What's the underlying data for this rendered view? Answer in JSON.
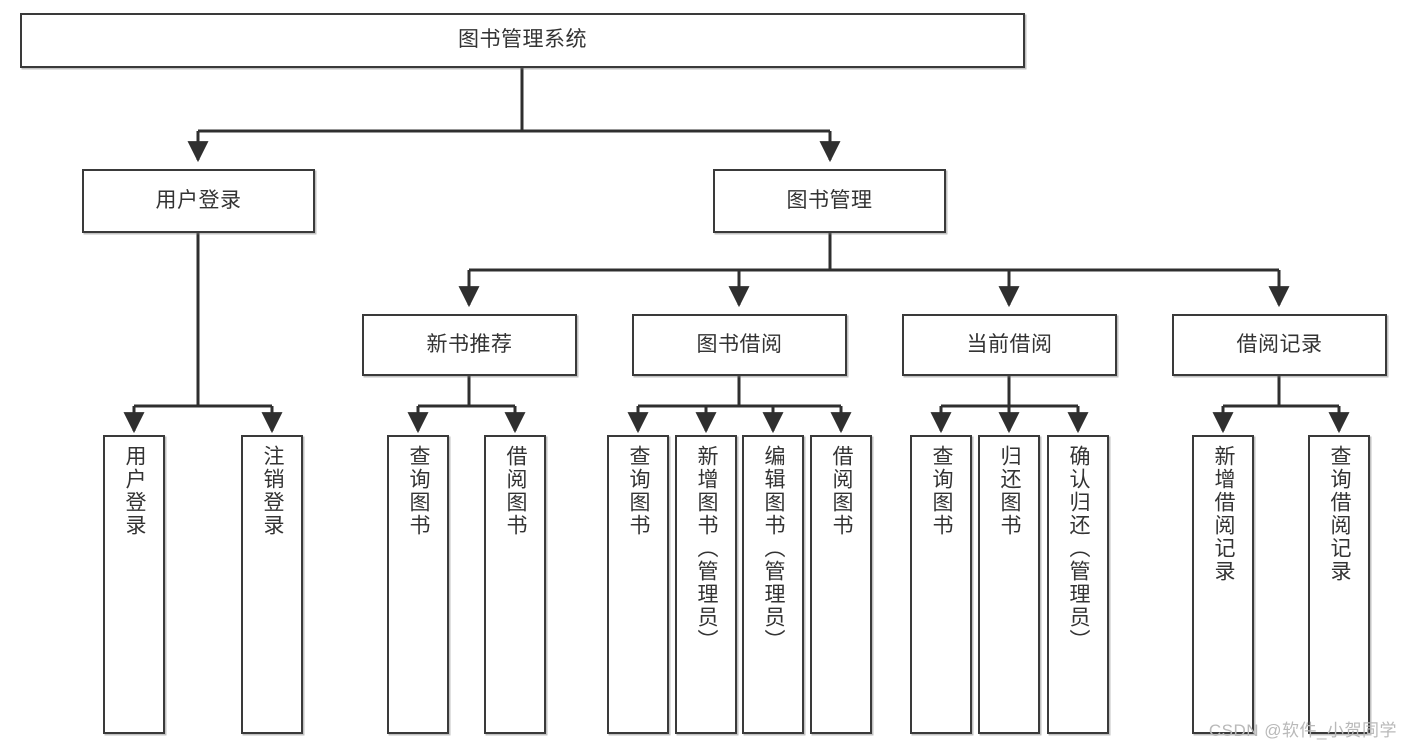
{
  "diagram": {
    "type": "tree",
    "title": "图书管理系统",
    "watermark": "CSDN @软件_小贺同学",
    "colors": {
      "box_border": "#3a3a3a",
      "box_fill": "#ffffff",
      "line": "#2f2f2f",
      "text": "#333333",
      "watermark": "#b9b9b9"
    },
    "nodes": {
      "root": {
        "label": "图书管理系统"
      },
      "level2": [
        {
          "id": "user-login",
          "label": "用户登录"
        },
        {
          "id": "book-manage",
          "label": "图书管理"
        }
      ],
      "level3": [
        {
          "id": "new-book-recommend",
          "label": "新书推荐"
        },
        {
          "id": "book-borrow",
          "label": "图书借阅"
        },
        {
          "id": "current-borrow",
          "label": "当前借阅"
        },
        {
          "id": "borrow-record",
          "label": "借阅记录"
        }
      ],
      "leaves": {
        "user-login": [
          {
            "id": "leaf-user-login",
            "label": "用户登录"
          },
          {
            "id": "leaf-logout-login",
            "label": "注销登录"
          }
        ],
        "new-book-recommend": [
          {
            "id": "leaf-query-book-1",
            "label": "查询图书"
          },
          {
            "id": "leaf-borrow-book-1",
            "label": "借阅图书"
          }
        ],
        "book-borrow": [
          {
            "id": "leaf-query-book-2",
            "label": "查询图书"
          },
          {
            "id": "leaf-add-book",
            "label": "新增图书（管理员）"
          },
          {
            "id": "leaf-edit-book",
            "label": "编辑图书（管理员）"
          },
          {
            "id": "leaf-borrow-book-2",
            "label": "借阅图书"
          }
        ],
        "current-borrow": [
          {
            "id": "leaf-query-book-3",
            "label": "查询图书"
          },
          {
            "id": "leaf-return-book",
            "label": "归还图书"
          },
          {
            "id": "leaf-confirm-return",
            "label": "确认归还（管理员）"
          }
        ],
        "borrow-record": [
          {
            "id": "leaf-add-record",
            "label": "新增借阅记录"
          },
          {
            "id": "leaf-query-record",
            "label": "查询借阅记录"
          }
        ]
      }
    },
    "edges": [
      {
        "from": "图书管理系统",
        "to": "用户登录"
      },
      {
        "from": "图书管理系统",
        "to": "图书管理"
      },
      {
        "from": "图书管理",
        "to": "新书推荐"
      },
      {
        "from": "图书管理",
        "to": "图书借阅"
      },
      {
        "from": "图书管理",
        "to": "当前借阅"
      },
      {
        "from": "图书管理",
        "to": "借阅记录"
      },
      {
        "from": "用户登录",
        "to": "用户登录"
      },
      {
        "from": "用户登录",
        "to": "注销登录"
      },
      {
        "from": "新书推荐",
        "to": "查询图书"
      },
      {
        "from": "新书推荐",
        "to": "借阅图书"
      },
      {
        "from": "图书借阅",
        "to": "查询图书"
      },
      {
        "from": "图书借阅",
        "to": "新增图书（管理员）"
      },
      {
        "from": "图书借阅",
        "to": "编辑图书（管理员）"
      },
      {
        "from": "图书借阅",
        "to": "借阅图书"
      },
      {
        "from": "当前借阅",
        "to": "查询图书"
      },
      {
        "from": "当前借阅",
        "to": "归还图书"
      },
      {
        "from": "当前借阅",
        "to": "确认归还（管理员）"
      },
      {
        "from": "借阅记录",
        "to": "新增借阅记录"
      },
      {
        "from": "借阅记录",
        "to": "查询借阅记录"
      }
    ]
  }
}
